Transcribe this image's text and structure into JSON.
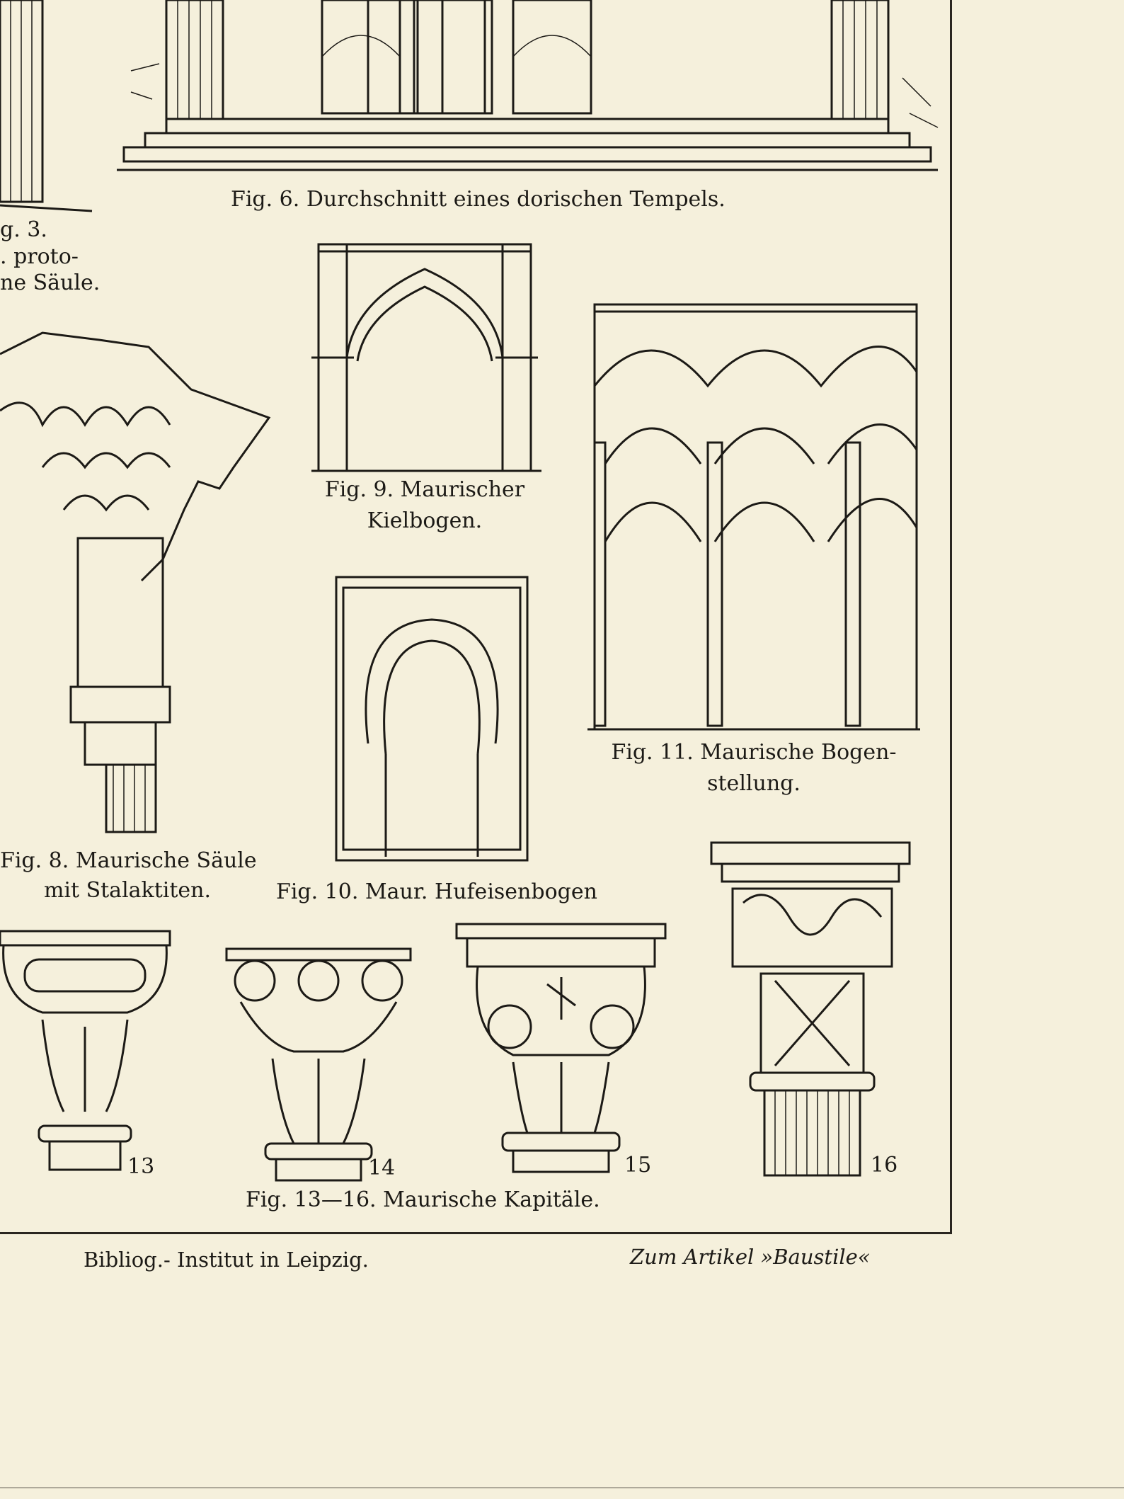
{
  "captions": {
    "fig3_line1": "g. 3.",
    "fig3_line2": ". proto-",
    "fig3_line3": "ne Säule.",
    "fig6": "Fig. 6.  Durchschnitt eines dorischen Tempels.",
    "fig9_line1": "Fig. 9.  Maurischer",
    "fig9_line2": "Kielbogen.",
    "fig11_line1": "Fig. 11.  Maurische Bogen-",
    "fig11_line2": "stellung.",
    "fig8_line1": "Fig. 8.  Maurische Säule",
    "fig8_line2": "mit Stalaktiten.",
    "fig10": "Fig. 10. Maur. Hufeisenbogen",
    "fig13_16": "Fig. 13—16.  Maurische Kapitäle."
  },
  "capital_numbers": [
    "13",
    "14",
    "15",
    "16"
  ],
  "footer": {
    "publisher": "Bibliog.- Institut in Leipzig.",
    "article": "Zum Artikel »Baustile«"
  }
}
